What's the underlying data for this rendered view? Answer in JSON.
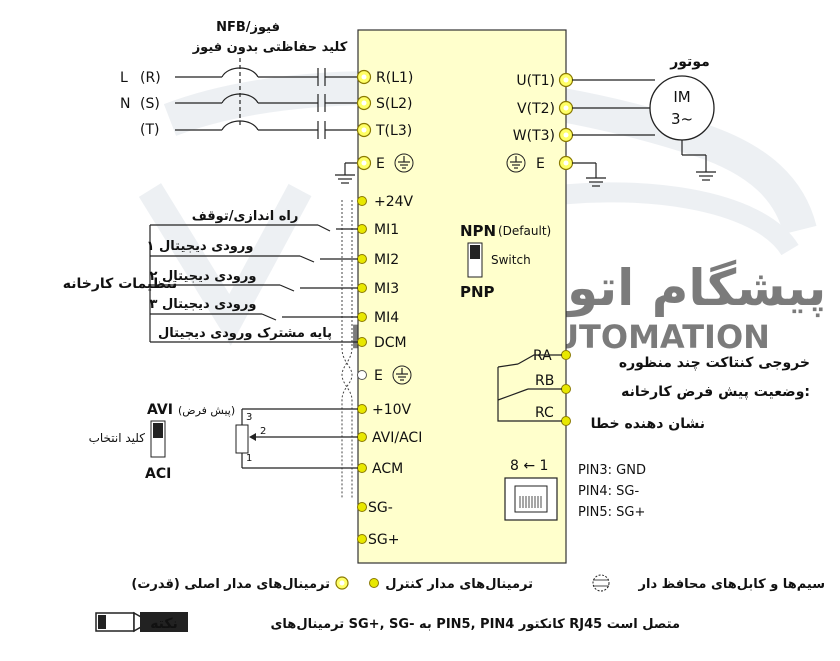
{
  "header": {
    "nfb_label": "NFB/فیوز",
    "breaker_label": "کلید حفاظتی بدون فیوز"
  },
  "supply": {
    "phases": [
      {
        "line": "L",
        "code": "(R)"
      },
      {
        "line": "N",
        "code": "(S)"
      },
      {
        "line": "",
        "code": "(T)"
      }
    ]
  },
  "left_terminals": {
    "power": [
      "R(L1)",
      "S(L2)",
      "T(L3)",
      "E"
    ],
    "control": [
      "+24V",
      "MI1",
      "MI2",
      "MI3",
      "MI4",
      "DCM",
      "E",
      "+10V",
      "AVI/ACI",
      "ACM",
      "SG-",
      "SG+"
    ]
  },
  "right_terminals": {
    "power": [
      "U(T1)",
      "V(T2)",
      "W(T3)",
      "E"
    ],
    "relay": [
      "RA",
      "RB",
      "RC"
    ]
  },
  "motor": {
    "title": "موتور",
    "line1": "IM",
    "line2": "3~"
  },
  "inputs": {
    "section_label": "تنظیمات کارخانه",
    "items": [
      "راه اندازی/توقف",
      "ورودی دیجیتال ۱",
      "ورودی دیجیتال ۲",
      "ورودی دیجیتال ۳",
      "پایه مشترک ورودی دیجیتال"
    ]
  },
  "switch_npn": {
    "npn": "NPN",
    "default": "(Default)",
    "switch": "Switch",
    "pnp": "PNP"
  },
  "analog": {
    "avi": "AVI",
    "default": "(پیش فرض)",
    "selector": "کلید انتخاب",
    "aci": "ACI",
    "pot_pins": [
      "3",
      "2",
      "1"
    ]
  },
  "relay_output": {
    "lines": [
      "خروجی کنتاکت چند منظوره",
      "وضعیت پیش فرض کارخانه:",
      "نشان دهنده خطا"
    ]
  },
  "rj45": {
    "arrow": "8 ← 1",
    "pins": [
      "PIN3: GND",
      "PIN4: SG-",
      "PIN5: SG+"
    ]
  },
  "watermark": {
    "fa": "پیشگام اتوماسیون",
    "en": "PISHGAM AUTOMATION"
  },
  "legend": {
    "power_terminals": "ترمینال‌های مدار اصلی (قدرت)",
    "control_terminals": "ترمینال‌های مدار کنترل",
    "shielded": "سیم‌ها و کابل‌های محافظ دار"
  },
  "note": {
    "badge": "نکته",
    "text": "ترمینال‌های SG+, SG- به PIN5, PIN4 کانکتور RJ45 متصل است"
  },
  "colors": {
    "panel_fill": "#ffffcc",
    "power_terminal": "#ffff66",
    "control_terminal": "#e8e800",
    "watermark": "#dfe4ea"
  }
}
